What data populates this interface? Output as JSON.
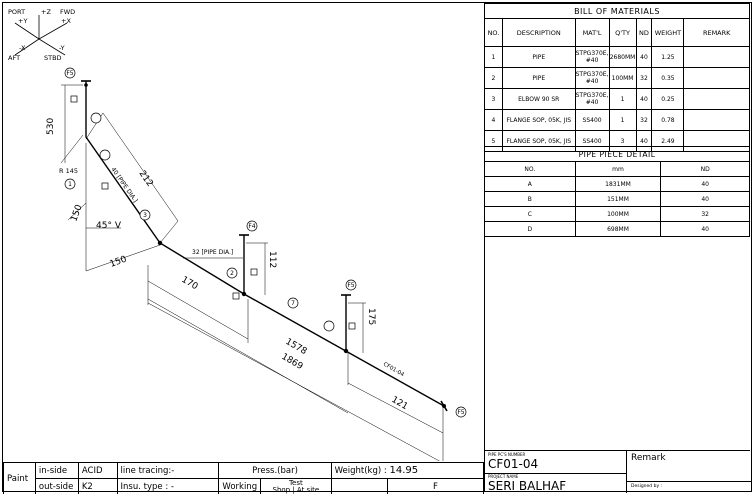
{
  "axes": {
    "port": "PORT",
    "fwd": "FWD",
    "pz": "+Z",
    "py": "+Y",
    "px": "+X",
    "mx": "-X",
    "my": "-Y",
    "aft": "AFT",
    "stbd": "STBD"
  },
  "iso": {
    "dim_530": "530",
    "r145": "R 145",
    "dim_212": "212",
    "pipe_dia_40": "40 [PIPE DIA.]",
    "dim_150a": "150",
    "angle": "45° V",
    "dim_150b": "150",
    "pipe_dia_32": "32 [PIPE DIA.]",
    "dim_112": "112",
    "dim_170": "170",
    "dim_175": "175",
    "dim_1578": "1578",
    "dim_1869": "1869",
    "tag": "CF01-04",
    "dim_121": "121",
    "b1": "1",
    "b2": "2",
    "b3": "3",
    "b4": "F4",
    "b5": "F5",
    "b7": "7",
    "bF5a": "F5",
    "bF5b": "F5"
  },
  "bom": {
    "title": "BILL OF MATERIALS",
    "headers": [
      "NO.",
      "DESCRIPTION",
      "MAT'L",
      "Q'TY",
      "ND",
      "WEIGHT",
      "REMARK"
    ],
    "rows": [
      {
        "no": "1",
        "desc": "PIPE",
        "mat": "STPG370E, #40",
        "qty": "2680MM",
        "nd": "40",
        "wt": "1.25",
        "rem": ""
      },
      {
        "no": "2",
        "desc": "PIPE",
        "mat": "STPG370E, #40",
        "qty": "100MM",
        "nd": "32",
        "wt": "0.35",
        "rem": ""
      },
      {
        "no": "3",
        "desc": "ELBOW 90 SR",
        "mat": "STPG370E, #40",
        "qty": "1",
        "nd": "40",
        "wt": "0.25",
        "rem": ""
      },
      {
        "no": "4",
        "desc": "FLANGE SOP, 05K, JIS",
        "mat": "SS400",
        "qty": "1",
        "nd": "32",
        "wt": "0.78",
        "rem": ""
      },
      {
        "no": "5",
        "desc": "FLANGE SOP, 05K, JIS",
        "mat": "SS400",
        "qty": "3",
        "nd": "40",
        "wt": "2.49",
        "rem": ""
      }
    ]
  },
  "ppd": {
    "title": "PIPE PIECE DETAIL",
    "headers": [
      "NO.",
      "mm",
      "ND"
    ],
    "rows": [
      {
        "no": "A",
        "mm": "1831MM",
        "nd": "40"
      },
      {
        "no": "B",
        "mm": "151MM",
        "nd": "40"
      },
      {
        "no": "C",
        "mm": "100MM",
        "nd": "32"
      },
      {
        "no": "D",
        "mm": "698MM",
        "nd": "40"
      }
    ]
  },
  "titleblock": {
    "pcs_label": "PIPE PC'S NUMBER",
    "pcs": "CF01-04",
    "remark": "Remark",
    "proj_label": "PROJECT NAME",
    "proj": "SERI BALHAF",
    "designed": "Designed by :"
  },
  "bottom": {
    "paint": "Paint",
    "inside": "in-side",
    "acid": "ACID",
    "tracing": "line tracing:-",
    "press": "Press.(bar)",
    "weight_label": "Weight(kg) :",
    "weight": "14.95",
    "outside": "out-side",
    "k2": "K2",
    "insu": "Insu. type : -",
    "working": "Working",
    "test": "Test",
    "shop": "Shop",
    "atsite": "At site",
    "f": "F"
  }
}
